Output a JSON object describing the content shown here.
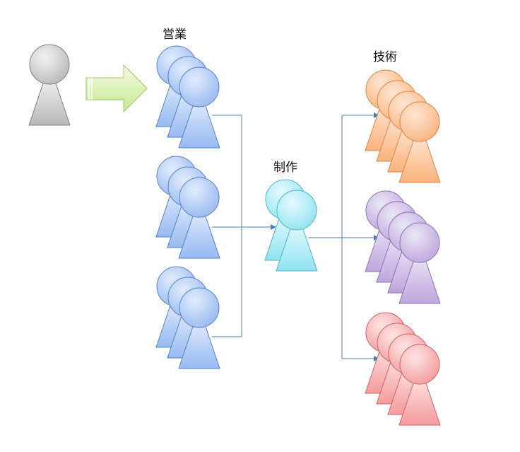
{
  "labels": {
    "sales": "営業",
    "production": "制作",
    "technical": "技術"
  },
  "groups": {
    "client": {
      "color": "gray"
    },
    "sales": {
      "color": "blue",
      "clusters": 3,
      "people_per_cluster": 3
    },
    "production": {
      "color": "cyan",
      "people": 2
    },
    "technical": {
      "clusters": [
        {
          "color": "orange"
        },
        {
          "color": "purple"
        },
        {
          "color": "pink"
        }
      ],
      "people_per_cluster": 4
    }
  },
  "icons": [
    "client-person-icon",
    "right-arrow-icon",
    "person-icon",
    "connector-arrow"
  ],
  "colors": {
    "gray": [
      "#f2f2f2",
      "#b8b8b8",
      "#7f7f7f"
    ],
    "blue": [
      "#e1ecfc",
      "#97b9f1",
      "#5a82c8"
    ],
    "cyan": [
      "#e6fbfe",
      "#8fe2f0",
      "#4fb7c9"
    ],
    "orange": [
      "#fde6d4",
      "#f9b37c",
      "#d98a4b"
    ],
    "purple": [
      "#ece5f5",
      "#bca6dd",
      "#8c73b5"
    ],
    "pink": [
      "#fde3e3",
      "#f49b9b",
      "#cc6666"
    ],
    "arrow": [
      "#f4fbe4",
      "#c6e990",
      "#9cc569"
    ],
    "connector": "#4a7eba"
  }
}
